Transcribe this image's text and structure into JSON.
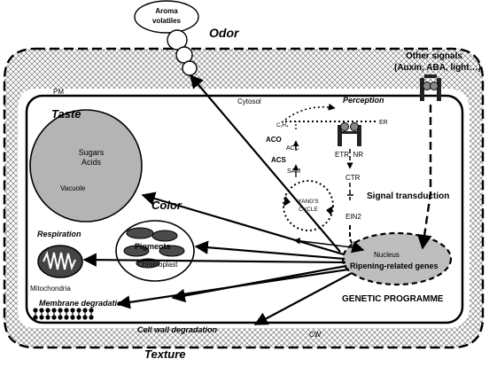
{
  "labels": {
    "aroma": [
      "Aroma",
      "volatiles"
    ],
    "odor": "Odor",
    "other_signals": [
      "Other signals",
      "(Auxin, ABA, light…)"
    ],
    "pm": "PM",
    "cytosol": "Cytosol",
    "perception": "Perception",
    "c2h4": "C₂H₄",
    "er": "ER",
    "aco_bold": "ACO",
    "acc": "ACC",
    "acs_bold": "ACS",
    "sam": "SAM",
    "yang": [
      "YANG'S",
      "CYCLE"
    ],
    "etr_nr": "ETR, NR",
    "ctr": "CTR",
    "signal_transduction": "Signal transduction",
    "ein2": "EIN2",
    "nucleus": "Nucleus",
    "ripening_genes": "Ripening-related genes",
    "genetic_programme": "GENETIC PROGRAMME",
    "taste": "Taste",
    "vacuole_content": [
      "Sugars",
      "Acids"
    ],
    "vacuole": "Vacuole",
    "color": "Color",
    "pigments": "Pigments",
    "chromoplast": "Chromoplast",
    "respiration": "Respiration",
    "mitochondria": "Mitochondria",
    "membrane_degradation": "Membrane degradation",
    "cell_wall_degradation": "Cell wall degradation",
    "cw": "CW",
    "texture": "Texture"
  },
  "colors": {
    "organelle_fill": "#b4b4b4",
    "nucleus_fill": "#bebebe",
    "hatch": "#7a7a7a",
    "stroke": "#000000"
  }
}
